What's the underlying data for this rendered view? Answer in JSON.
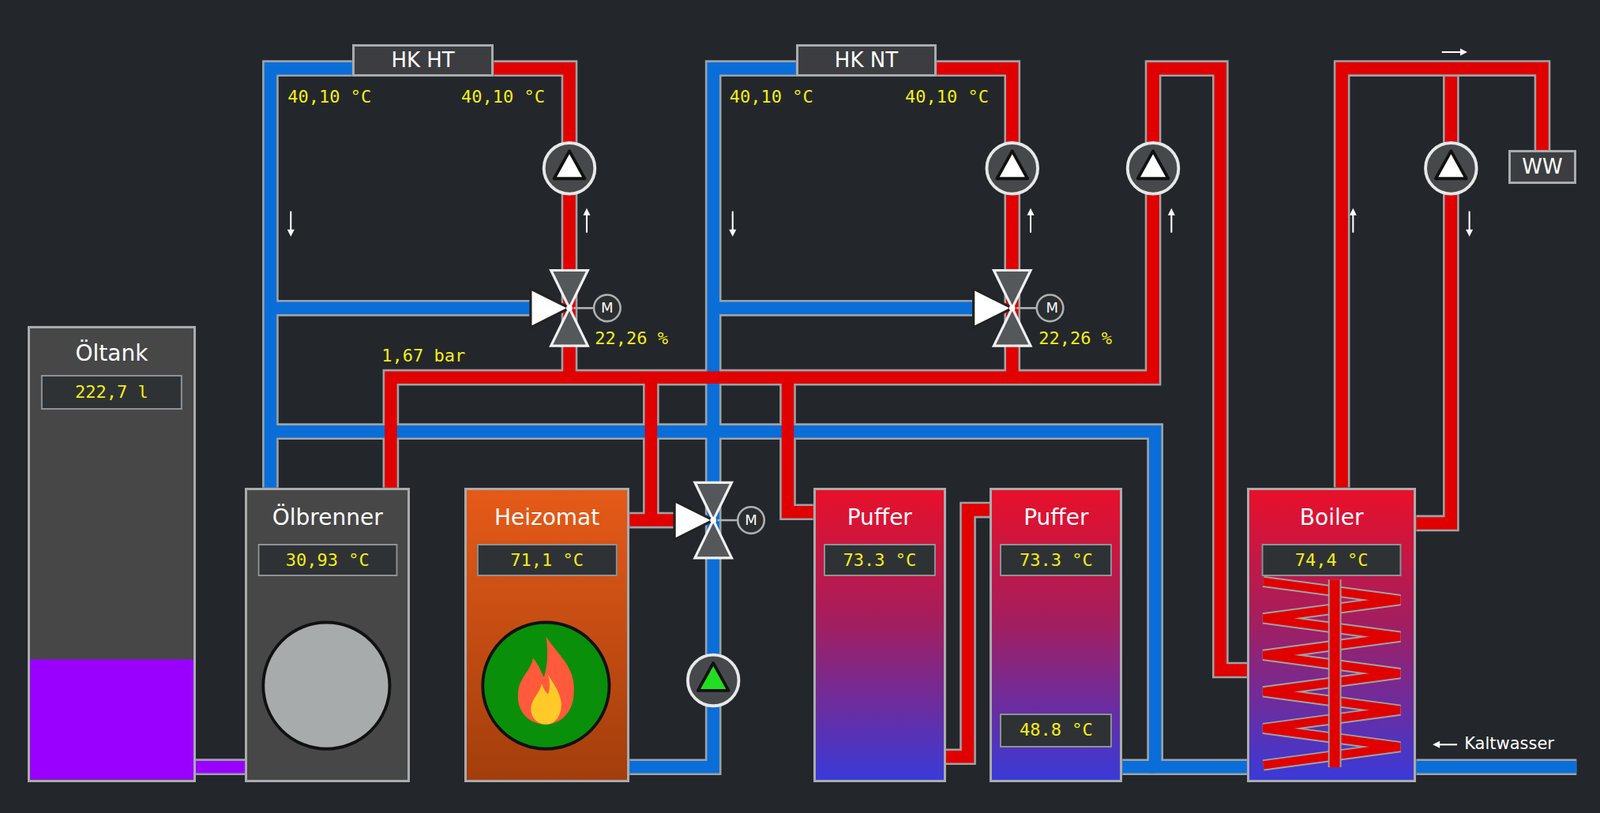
{
  "diagram": {
    "nodes": [
      {
        "text": [
          "HK HT"
        ]
      },
      {
        "text": [
          "HK NT"
        ]
      },
      {
        "text": [
          "WW"
        ]
      },
      {
        "text": [
          "Öltank",
          "222,7 l"
        ]
      },
      {
        "text": [
          "Ölbrenner",
          "30,93 °C"
        ]
      },
      {
        "text": [
          "Heizomat",
          "71,1 °C"
        ]
      },
      {
        "text": [
          "Puffer",
          "73.3 °C"
        ]
      },
      {
        "text": [
          "Puffer",
          "73.3 °C",
          "48.8 °C"
        ]
      },
      {
        "text": [
          "Boiler",
          "74,4 °C"
        ]
      }
    ],
    "edges": [
      {
        "from": 3,
        "to": 4,
        "arrow": "none"
      },
      {
        "from": 6,
        "to": 7,
        "arrow": "none"
      },
      {
        "from": 8,
        "to": 2,
        "arrow": "none"
      }
    ],
    "labels": [
      "40,10 °C",
      "40,10 °C",
      "40,10 °C",
      "40,10 °C",
      "M",
      "M",
      "22,26 %",
      "22,26 %",
      "1,67 bar",
      "M",
      "Kaltwasser"
    ]
  }
}
